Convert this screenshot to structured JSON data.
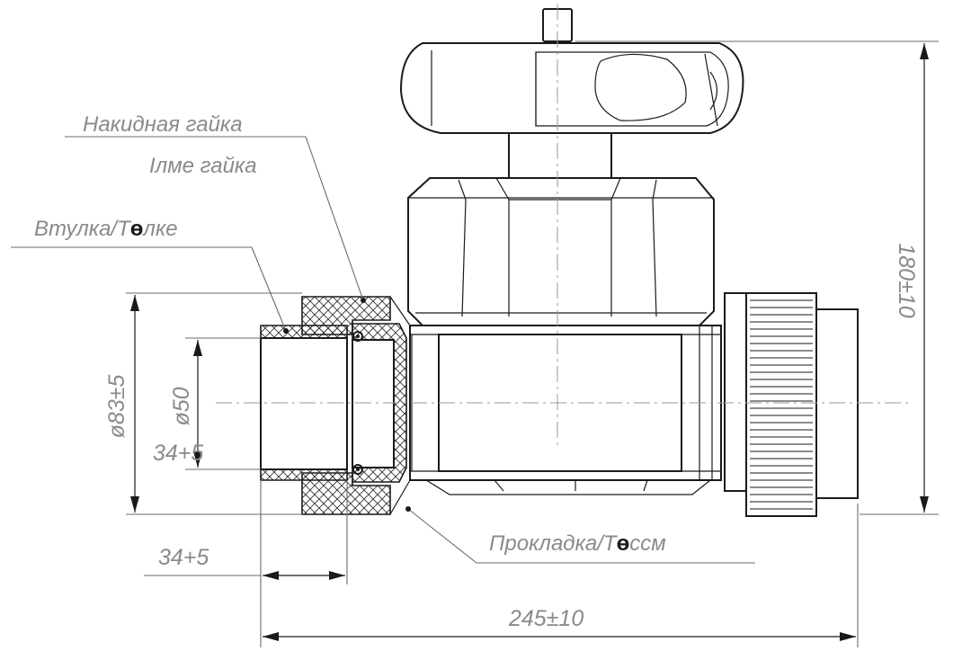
{
  "drawing": {
    "labels": {
      "union_nut": "Накидная гайка",
      "union_nut_translation": "Ілме гайка",
      "bushing": "Втулка/Т",
      "bushing_glyph": "ө",
      "bushing_suffix": "лке",
      "gasket": "Прокладка/Т",
      "gasket_glyph": "ө",
      "gasket_suffix": "ссм"
    },
    "dimensions": {
      "height": "180±10",
      "outer_diameter": "ø83±5",
      "inner_diameter": "ø50",
      "socket_depth": "34+5",
      "total_length": "245±10"
    },
    "colors": {
      "outline": "#1a1a1a",
      "text": "#8a8a8a"
    }
  }
}
